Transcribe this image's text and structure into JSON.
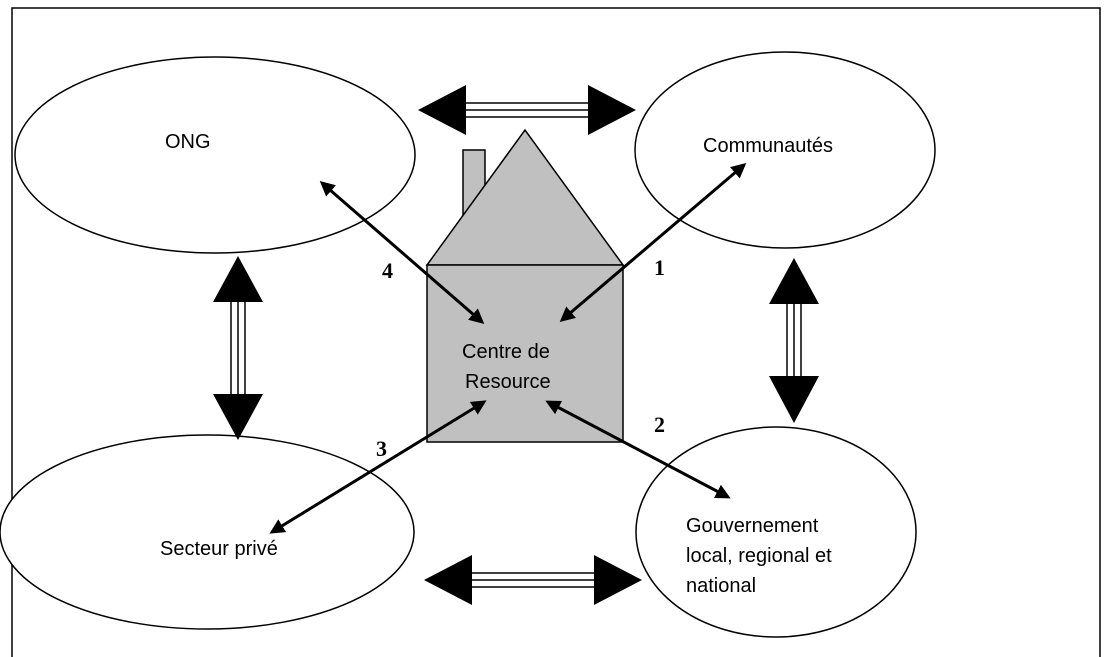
{
  "diagram": {
    "nodes": {
      "ong": "ONG",
      "communautes": "Communautés",
      "secteur_prive": "Secteur privé",
      "gouvernement": [
        "Gouvernement",
        "local, regional et",
        "national"
      ]
    },
    "centre": [
      "Centre de",
      "Resource"
    ],
    "links": [
      "1",
      "2",
      "3",
      "4"
    ]
  }
}
